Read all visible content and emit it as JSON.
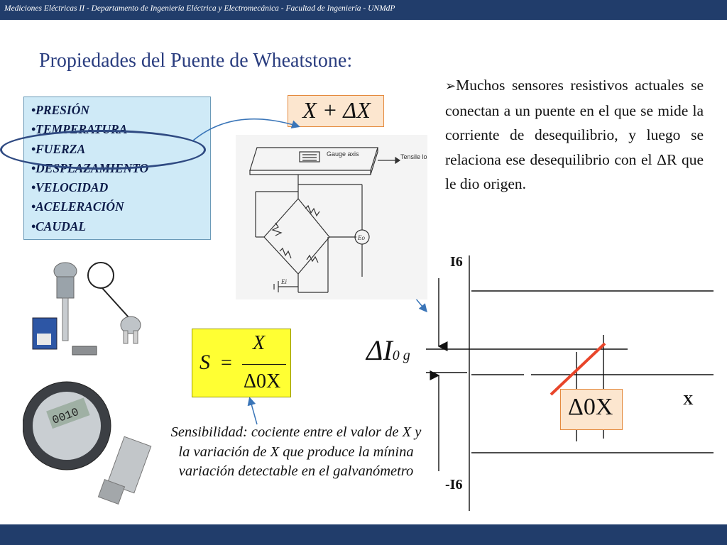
{
  "header": {
    "text": "Mediciones Eléctricas II - Departamento de Ingeniería Eléctrica y Electromecánica  - Facultad de Ingeniería  - UNMdP"
  },
  "slide": {
    "title": "Propiedades del Puente de Wheatstone:"
  },
  "sensor_list": {
    "items": [
      "•PRESIÓN",
      "•TEMPERATURA",
      "•FUERZA",
      "•DESPLAZAMIENTO",
      "•VELOCIDAD",
      "•ACELERACIÓN",
      "•CAUDAL"
    ]
  },
  "formula_top": {
    "text": "X + ΔX"
  },
  "diagram_labels": {
    "gauge_axis": "Gauge axis",
    "tensile_loading": "Tensile loading",
    "eo": "Eo",
    "ei": "Ei"
  },
  "paragraph": {
    "bullet": "➢",
    "text": "Muchos sensores resistivos actuales se conectan a un puente en el que se mide la corriente de desequilibrio, y luego se relaciona ese desequilibrio con el ΔR que le dio origen."
  },
  "sensitivity": {
    "lhs": "S",
    "equals": "=",
    "numerator": "X",
    "denominator": "Δ0X",
    "caption": "Sensibilidad: cociente entre el valor de X  y la variación de X que produce la mínina variación detectable en el galvanómetro"
  },
  "graph": {
    "top_label": "I6",
    "bottom_label": "-I6",
    "x_label": "X",
    "delta_i": "ΔI",
    "delta_i_sub": "0 g",
    "delta_x": "Δ0X"
  },
  "colors": {
    "bar": "#213d6b",
    "title": "#2a3d7f",
    "list_bg": "#cfeaf7",
    "formula_bg": "#fce6cf",
    "formula_border": "#e48a3e",
    "sens_bg": "#ffff33",
    "red_line": "#e8452a",
    "arrow": "#3a75b8"
  }
}
